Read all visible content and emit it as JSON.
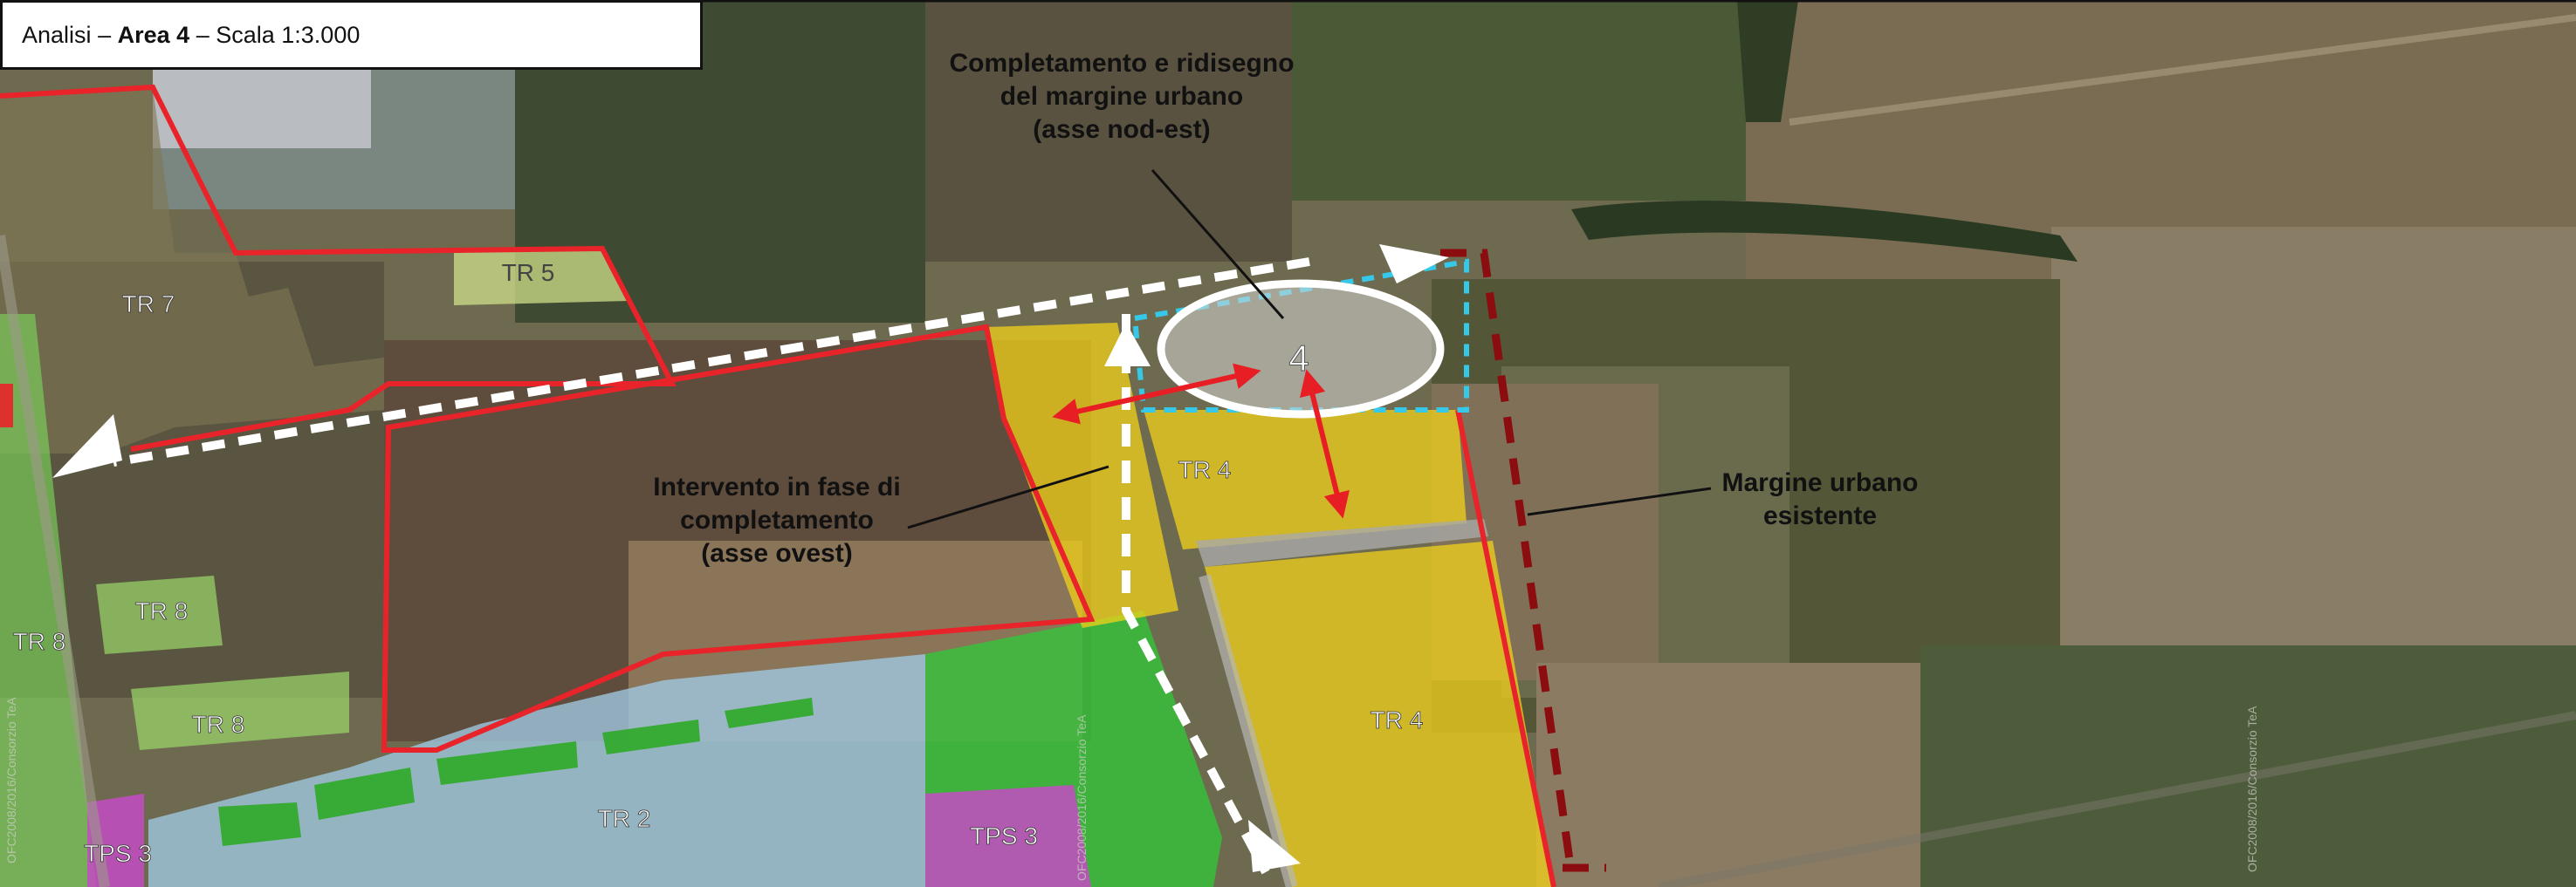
{
  "title": {
    "prefix": "Analisi",
    "sep1": "–",
    "area": "Area 4",
    "sep2": "–",
    "scale": "Scala 1:3.000"
  },
  "annotations": {
    "north_east": [
      "Completamento e ridisegno",
      "del margine urbano",
      "(asse nod-est)"
    ],
    "west": [
      "Intervento in fase di",
      "completamento",
      "(asse ovest)"
    ],
    "margin": [
      "Margine urbano",
      "esistente"
    ]
  },
  "area_number": "4",
  "zones": {
    "tr7": "TR 7",
    "tr5": "TR 5",
    "tr8_a": "TR 8",
    "tr8_b": "TR 8",
    "tr8_c": "TR 8",
    "tr4_a": "TR 4",
    "tr4_b": "TR 4",
    "tr2": "TR 2",
    "tps3_a": "TPS 3",
    "tps3_b": "TPS 3"
  },
  "watermark": "OFC2008/2016/Consorzio TeA",
  "colors": {
    "red_boundary": "#e8242a",
    "dark_red_margin": "#8b0d10",
    "cyan_boundary": "#35c8e8",
    "yellow_zone": "#f2d21a",
    "green_zone": "#33c43a",
    "light_green_zone": "#9bd86a",
    "blue_zone": "#9fc7df",
    "magenta_zone": "#c44bc4",
    "arrow_red": "#e81e25",
    "arrow_white": "#ffffff"
  }
}
